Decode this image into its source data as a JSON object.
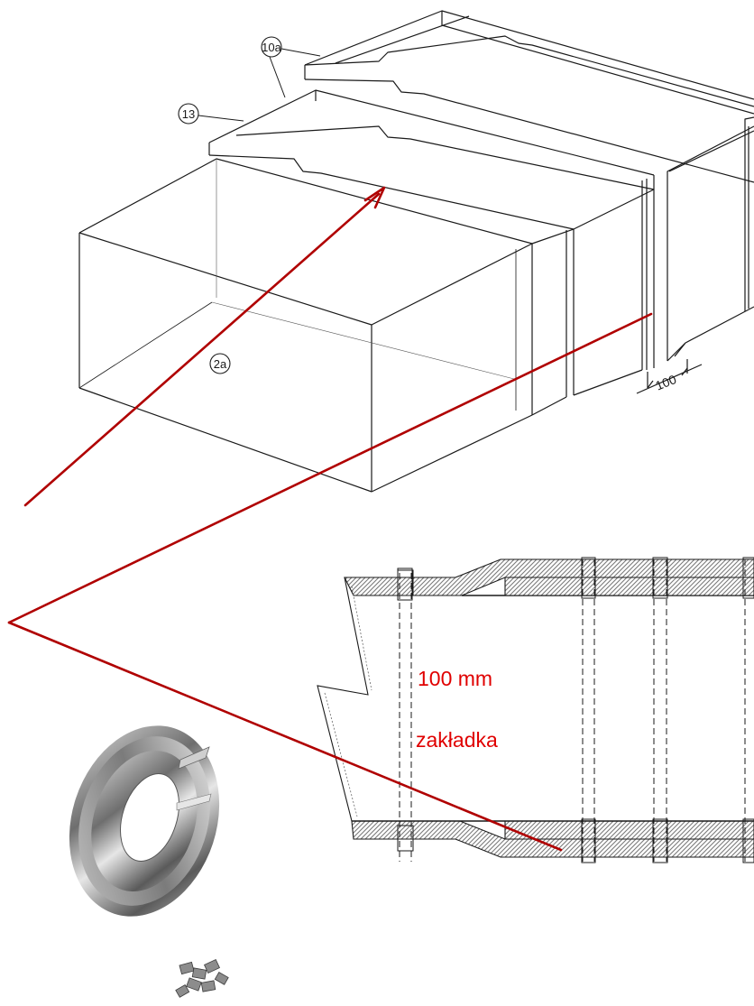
{
  "callouts": {
    "c10a": "10a",
    "c13": "13",
    "c2a": "2a"
  },
  "dimension": {
    "value": "100"
  },
  "annotation": {
    "line1": "100 mm",
    "line2": "zakładka"
  },
  "colors": {
    "line": "#1a1a1a",
    "pointer": "#b00000",
    "annotation_text": "#e00000",
    "insulation_hatch": "#9a9a9a",
    "steel_tape": "#8a8a8a"
  },
  "icons": {
    "tape_roll": "steel-tape-roll-icon",
    "clips": "tape-clips-icon"
  }
}
